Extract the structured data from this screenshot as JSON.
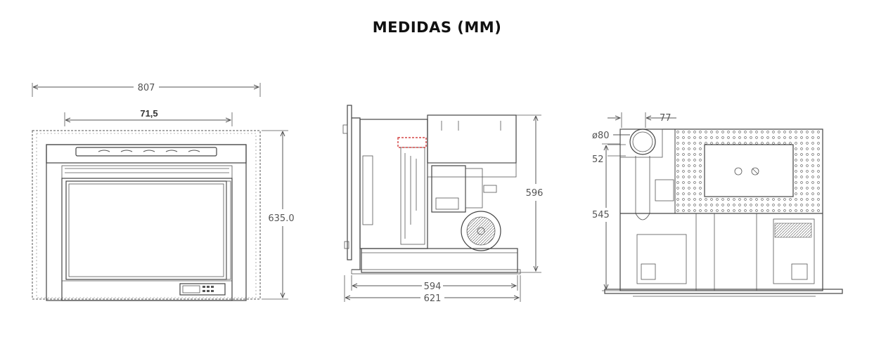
{
  "title": "MEDIDAS (MM)",
  "front_view": {
    "width_total": "807",
    "width_inner": "71,5",
    "height": "635.0"
  },
  "side_view": {
    "height": "596",
    "depth_inner": "594",
    "depth_total": "621"
  },
  "rear_view": {
    "flue_offset": "77",
    "flue_diameter": "ø80",
    "flue_height_small": "52",
    "flue_height": "545"
  },
  "colors": {
    "line": "#444444",
    "accent_red": "#cc2222",
    "title": "#111111"
  }
}
